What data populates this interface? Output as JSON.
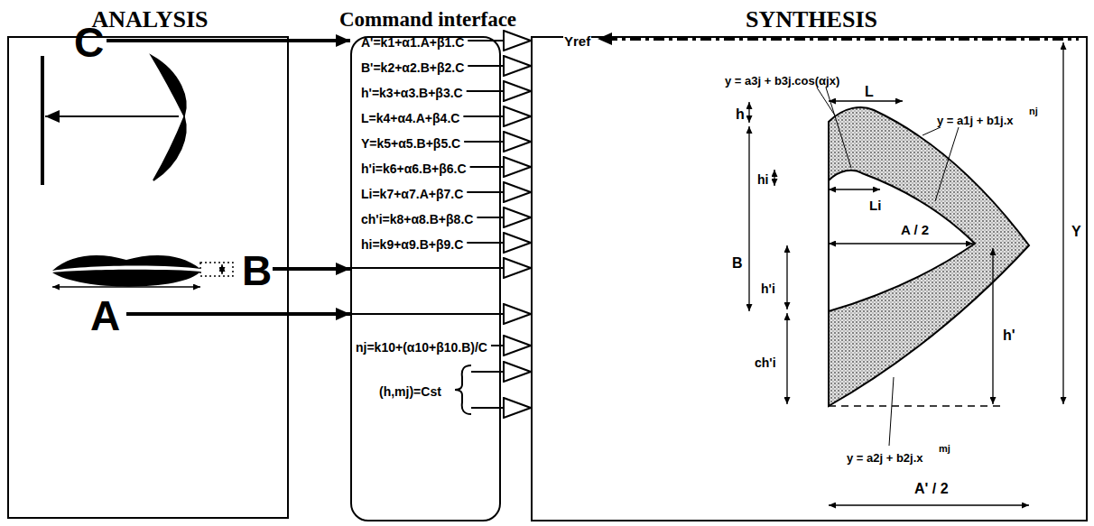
{
  "diagram": {
    "nodes": [
      {
        "text": [
          "ANALYSIS",
          "C",
          "B",
          "A"
        ]
      },
      {
        "text": [
          "Command interface",
          "A'=k1+α1.A+β1.C",
          "B'=k2+α2.B+β2.C",
          "h'=k3+α3.B+β3.C",
          "L=k4+α4.A+β4.C",
          "Y=k5+α5.B+β5.C",
          "h'i=k6+α6.B+β6.C",
          "Li=k7+α7.A+β7.C",
          "ch'i=k8+α8.B+β8.C",
          "hi=k9+α9.B+β9.C",
          "nj=k10+(α10+β10.B)/C",
          "(h,mj)=Cst"
        ]
      },
      {
        "text": [
          "SYNTHESIS",
          "Yref",
          "y = a3j + b3j.cos(αjx)",
          "L",
          "y = a1j + b1j.x",
          "nj",
          "Y",
          "h",
          "hi",
          "Li",
          "B",
          "A / 2",
          "h'i",
          "h'",
          "ch'i",
          "y = a2j + b2j.x",
          "mj",
          "A' / 2"
        ]
      }
    ],
    "edges": [
      {
        "from": 0,
        "to": 1,
        "arrow": "to"
      },
      {
        "from": 0,
        "to": 1,
        "arrow": "to"
      },
      {
        "from": 0,
        "to": 1,
        "arrow": "to"
      },
      {
        "from": 1,
        "to": 2,
        "arrow": "to"
      },
      {
        "from": 1,
        "to": 2,
        "arrow": "to"
      },
      {
        "from": 1,
        "to": 2,
        "arrow": "to"
      },
      {
        "from": 1,
        "to": 2,
        "arrow": "to"
      },
      {
        "from": 1,
        "to": 2,
        "arrow": "to"
      },
      {
        "from": 1,
        "to": 2,
        "arrow": "to"
      },
      {
        "from": 1,
        "to": 2,
        "arrow": "to"
      },
      {
        "from": 1,
        "to": 2,
        "arrow": "to"
      },
      {
        "from": 1,
        "to": 2,
        "arrow": "to"
      },
      {
        "from": 1,
        "to": 2,
        "arrow": "to"
      },
      {
        "from": 1,
        "to": 2,
        "arrow": "to"
      },
      {
        "from": 1,
        "to": 2,
        "arrow": "to"
      },
      {
        "from": 1,
        "to": 2,
        "arrow": "to"
      },
      {
        "from": 1,
        "to": 2,
        "arrow": "to"
      }
    ]
  }
}
